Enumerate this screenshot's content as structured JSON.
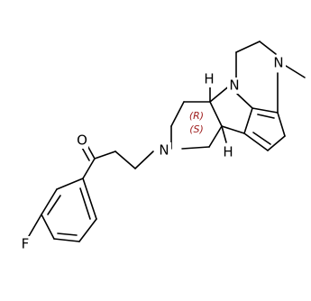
{
  "molecule": {
    "atoms": {
      "oxygen": "O",
      "fluorine": "F",
      "piperidine_n": "N",
      "indoline_n": "N",
      "methyl_n": "N",
      "h_top": "H",
      "h_bottom": "H"
    },
    "substituent": {
      "methyl": "CH3"
    },
    "stereo": {
      "upper": "(R)",
      "lower": "(S)"
    },
    "colors": {
      "bond": "#000000",
      "label": "#000000",
      "stereo_label": "#a02020"
    }
  }
}
